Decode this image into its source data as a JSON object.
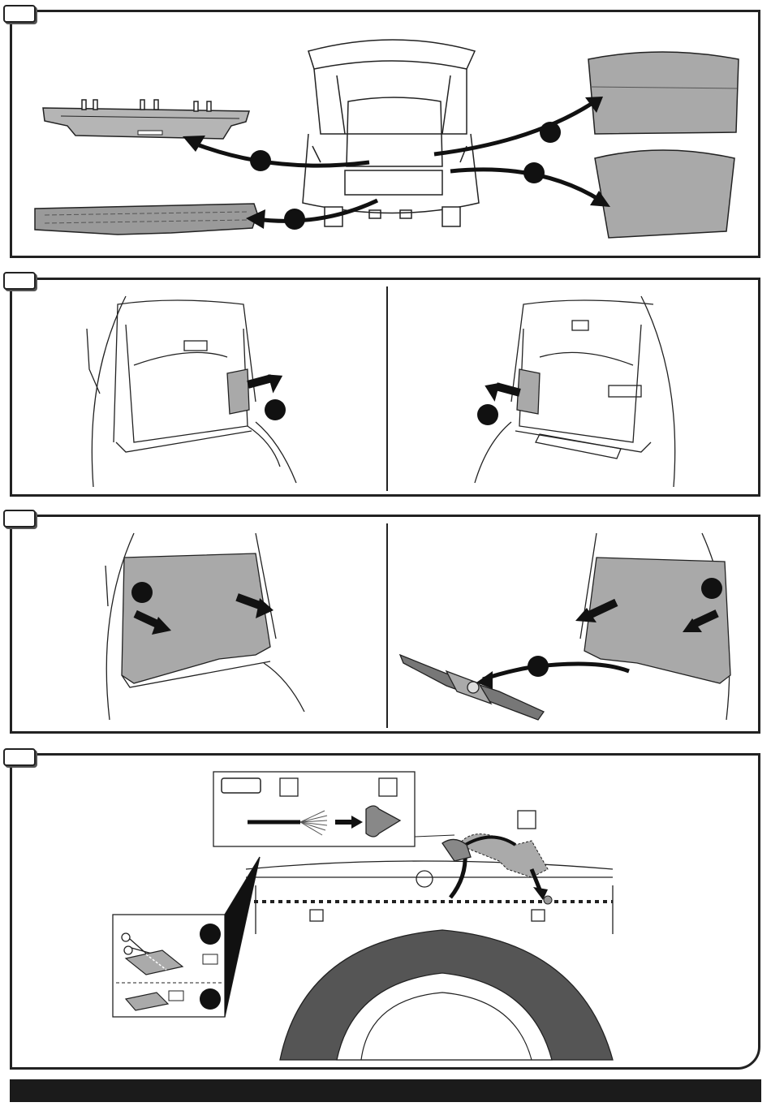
{
  "document": {
    "type": "installation-instruction-sheet",
    "steps": [
      {
        "id": "step-1",
        "label": ""
      },
      {
        "id": "step-2",
        "label": ""
      },
      {
        "id": "step-3",
        "label": ""
      },
      {
        "id": "step-4",
        "label": ""
      }
    ]
  },
  "colors": {
    "line": "#222222",
    "part_fill": "#a9a9a9",
    "callout": "#1a1a1a",
    "background": "#ffffff"
  },
  "icons": {
    "arrow": "curved-arrow-icon",
    "callout": "numbered-callout-circle",
    "scissors": "scissors-icon"
  }
}
